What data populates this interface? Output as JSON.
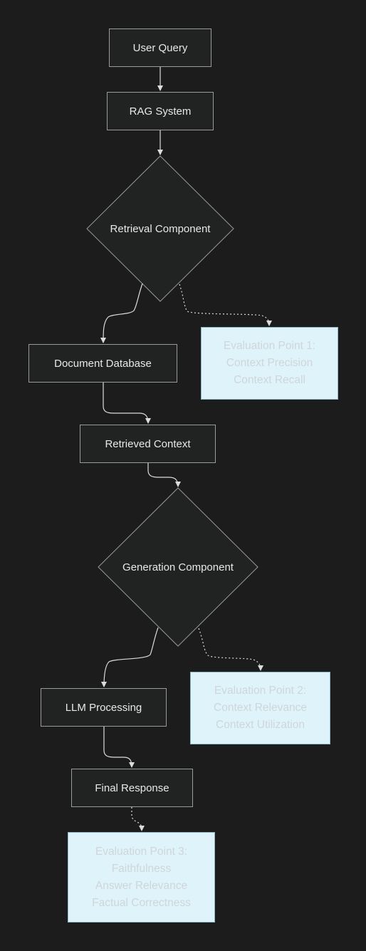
{
  "nodes": {
    "user_query": "User Query",
    "rag_system": "RAG System",
    "retrieval_component": "Retrieval Component",
    "document_database": "Document Database",
    "retrieved_context": "Retrieved Context",
    "generation_component": "Generation Component",
    "llm_processing": "LLM Processing",
    "final_response": "Final Response"
  },
  "evaluation_points": [
    {
      "title": "Evaluation Point 1:",
      "lines": [
        "Context Precision",
        "Context Recall"
      ]
    },
    {
      "title": "Evaluation Point 2:",
      "lines": [
        "Context Relevance",
        "Context Utilization"
      ]
    },
    {
      "title": "Evaluation Point 3:",
      "lines": [
        "Faithfulness",
        "Answer Relevance",
        "Factual Correctness"
      ]
    }
  ],
  "colors": {
    "background": "#1c1c1c",
    "node_fill": "#202322",
    "node_border": "#9a9a9a",
    "edge": "#dcdcdc",
    "eval_fill": "#dff3fb",
    "eval_text": "#cfd6d9"
  }
}
